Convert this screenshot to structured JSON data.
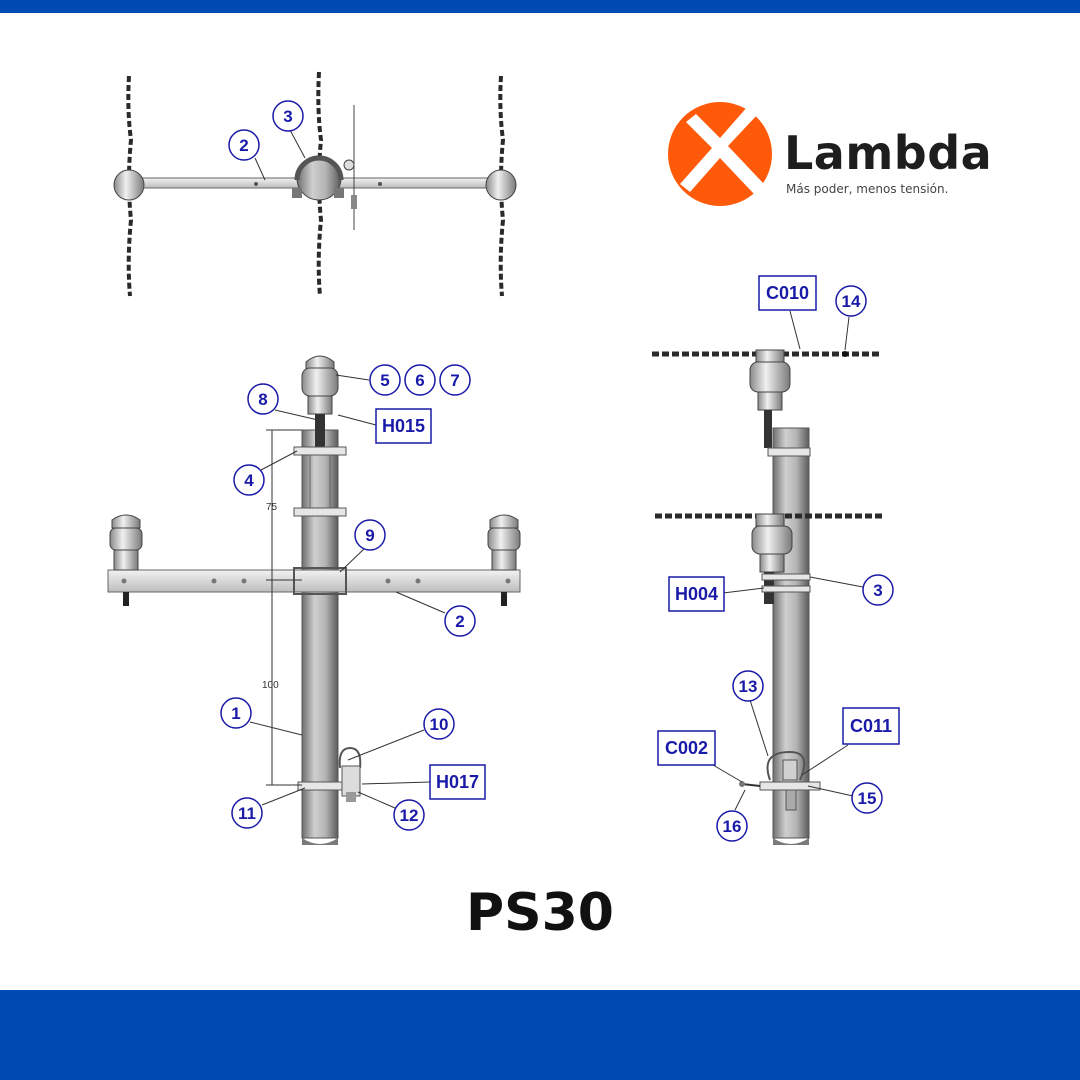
{
  "brand": {
    "name": "Lambda",
    "tagline": "Más poder, menos tensión.",
    "colors": {
      "accent": "#ff5a0a",
      "band": "#004ab4",
      "callout": "#1a1aa8"
    }
  },
  "title": "PS30",
  "top_view": {
    "callouts": [
      "2",
      "3"
    ]
  },
  "front_view": {
    "callouts": [
      "5",
      "6",
      "7",
      "8",
      "4",
      "9",
      "2",
      "1",
      "10",
      "11",
      "12"
    ],
    "codes": [
      "H015",
      "H017"
    ],
    "dimensions": [
      "75",
      "100"
    ]
  },
  "side_view": {
    "callouts": [
      "14",
      "3",
      "13",
      "16",
      "15"
    ],
    "codes": [
      "C010",
      "H004",
      "C002",
      "C011"
    ]
  }
}
